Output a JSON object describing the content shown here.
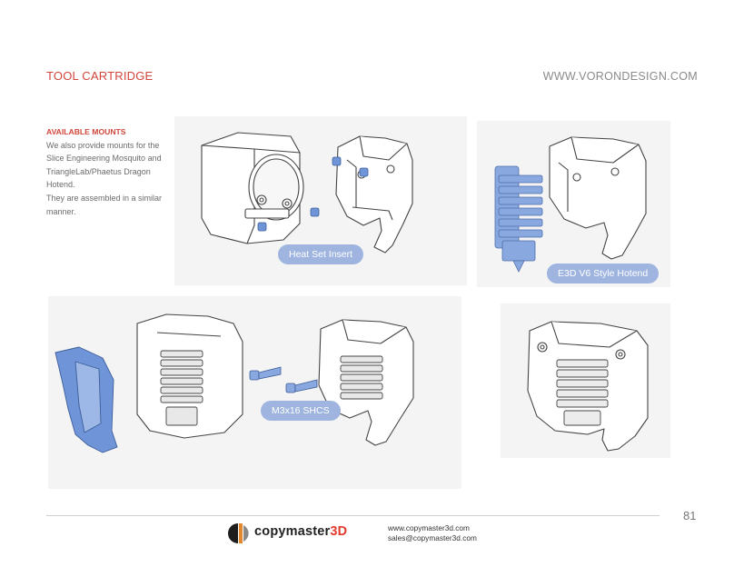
{
  "header": {
    "section_title": "TOOL CARTRIDGE",
    "website": "WWW.VORONDESIGN.COM"
  },
  "sidebar": {
    "title": "AVAILABLE MOUNTS",
    "lines": [
      "We also provide mounts for the",
      "Slice Engineering Mosquito and",
      "TriangleLab/Phaetus Dragon",
      "Hotend.",
      "They are assembled in a similar",
      "manner."
    ]
  },
  "callouts": {
    "heat_set_insert": "Heat Set Insert",
    "hotend": "E3D V6 Style Hotend",
    "screw": "M3x16 SHCS"
  },
  "colors": {
    "accent": "#d0463b",
    "callout": "#9fb5e0",
    "part_highlight": "#6f95d8",
    "panel": "#f4f4f4"
  },
  "footer": {
    "page_number": "81",
    "logo_text": "copymaster",
    "logo_accent": "3D",
    "contact_web": "www.copymaster3d.com",
    "contact_email": "sales@copymaster3d.com"
  }
}
